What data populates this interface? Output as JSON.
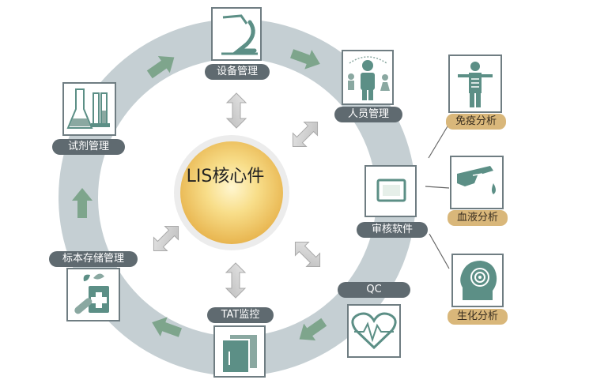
{
  "core": {
    "label": "LIS核心件"
  },
  "modules": {
    "device": "设备管理",
    "staff": "人员管理",
    "review": "审核软件",
    "qc": "QC",
    "tat": "TAT监控",
    "sample": "标本存储管理",
    "reagent": "试剂管理"
  },
  "analysis": {
    "immune": "免疫分析",
    "blood": "血液分析",
    "biochem": "生化分析"
  },
  "colors": {
    "ring": "#c5cfd3",
    "tile_border": "#6f7d82",
    "icon": "#5c8f86",
    "arrow_green": "#7ea58c",
    "label_bg": "#5f6a70",
    "tan_label": "#d9b77a"
  }
}
